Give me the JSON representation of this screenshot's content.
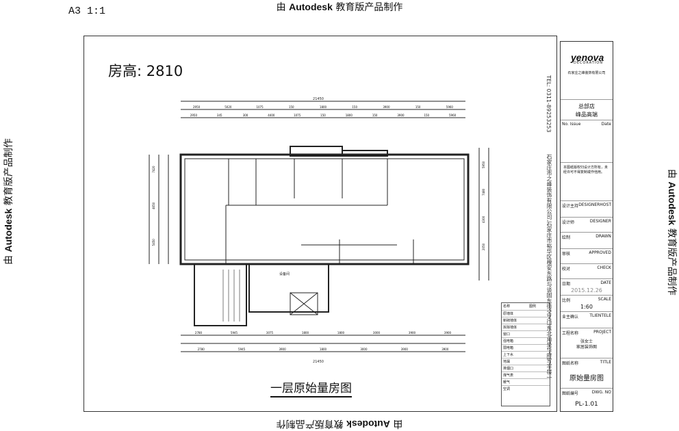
{
  "header": {
    "scale": "A3 1:1",
    "watermark_prefix": "由",
    "watermark_brand": "Autodesk",
    "watermark_suffix": "教育版产品制作"
  },
  "drawing": {
    "room_height": "房高: 2810",
    "plan_title": "一层原始量房图",
    "total_dim_top": "21450",
    "total_dim_bottom": "21450",
    "dims_top_row1": [
      "2950",
      "5020",
      "1075",
      "150",
      "1800",
      "150",
      "3900",
      "150",
      "5960"
    ],
    "dims_top_row2": [
      "2950",
      "345",
      "300",
      "4400",
      "1075",
      "150",
      "1800",
      "150",
      "3900",
      "150",
      "5960"
    ],
    "dims_bottom_row1": [
      "2780",
      "5945",
      "3075",
      "1800",
      "1800",
      "3000",
      "3900",
      "3900"
    ],
    "dims_bottom_row2": [
      "2780",
      "5945",
      "3900",
      "1800",
      "3000",
      "3900",
      "3900"
    ],
    "left_dims": [
      "7420",
      "4650",
      "5450"
    ],
    "right_dims": [
      "5950",
      "7480",
      "4300",
      "2050"
    ],
    "label_stairs": "设备间"
  },
  "side_text": {
    "phone": "TEL: 0311-89253253",
    "address": "石家庄市之峰装饰有限公司,石家庄市裕华区槐安东路与谈固东街交叉口东北角坐华府写字楼一层"
  },
  "title_block": {
    "logo": "yenova",
    "logo_sub": "DECORATION",
    "company": "石家庄之峰装饰有限公司",
    "branch": "总部店",
    "project_group": "峰品高端",
    "issue_no": "No.",
    "issue": "Issue",
    "date_label": "Date",
    "notice": "本图纸版权归设计方所有，未经许可不得复制或作他用。",
    "design_head_cn": "设计主持",
    "design_head_en": "DESIGNERHOST",
    "designer_cn": "设计师",
    "designer_en": "DESIGNER",
    "drawn_cn": "绘制",
    "drawn_en": "DRAWN",
    "approved_cn": "审核",
    "approved_en": "APPROVED",
    "check_cn": "校对",
    "check_en": "CHECK",
    "date_cn": "日期",
    "date_en": "DATE",
    "date_value": "2015.12.26",
    "scale_cn": "比例",
    "scale_en": "SCALE",
    "scale_value": "1:60",
    "client_cn": "业主确认",
    "client_en": "TLIENTELE",
    "project_cn": "工程名称",
    "project_en": "PROJECT",
    "project_value": "张女士",
    "project_value2": "家居装饰图",
    "title_cn": "图纸名称",
    "title_en": "TITLE",
    "title_value": "原始量房图",
    "dwg_cn": "图纸编号",
    "dwg_en": "DWG. NO",
    "dwg_value": "PL-1.01"
  },
  "legend": {
    "title": "名称",
    "sym": "图例",
    "items": [
      "原墙体",
      "新砌墙体",
      "拆除墙体",
      "窗口",
      "强电箱",
      "弱电箱",
      "上下水",
      "地漏",
      "排烟口",
      "煤气表",
      "暖气",
      "空调"
    ]
  }
}
